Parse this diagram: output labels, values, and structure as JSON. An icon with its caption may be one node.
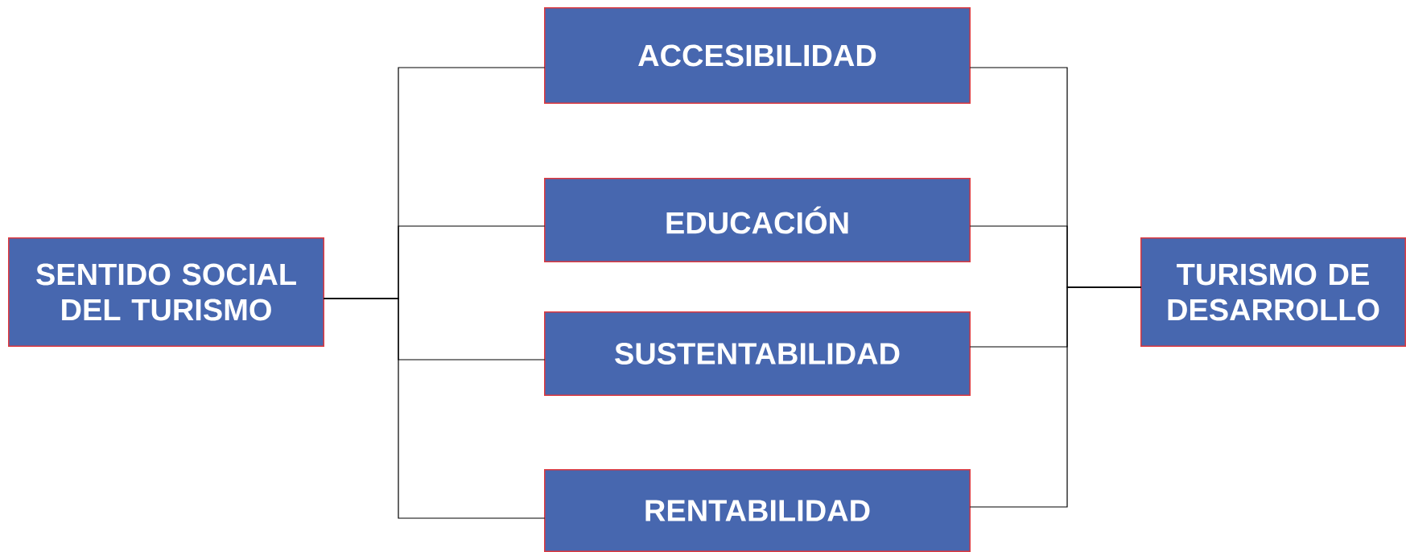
{
  "diagram": {
    "nodes": [
      {
        "text": [
          "SENTIDO SOCIAL DEL TURISMO"
        ]
      },
      {
        "text": [
          "ACCESIBILIDAD"
        ]
      },
      {
        "text": [
          "EDUCACIÓN"
        ]
      },
      {
        "text": [
          "SUSTENTABILIDAD"
        ]
      },
      {
        "text": [
          "RENTABILIDAD"
        ]
      },
      {
        "text": [
          "TURISMO DE DESARROLLO"
        ]
      }
    ],
    "edges": [
      {
        "from": 0,
        "to": 1,
        "arrow": "none"
      },
      {
        "from": 0,
        "to": 2,
        "arrow": "none"
      },
      {
        "from": 0,
        "to": 3,
        "arrow": "none"
      },
      {
        "from": 0,
        "to": 4,
        "arrow": "none"
      },
      {
        "from": 1,
        "to": 5,
        "arrow": "none"
      },
      {
        "from": 2,
        "to": 5,
        "arrow": "none"
      },
      {
        "from": 3,
        "to": 5,
        "arrow": "none"
      },
      {
        "from": 4,
        "to": 5,
        "arrow": "none"
      }
    ]
  }
}
